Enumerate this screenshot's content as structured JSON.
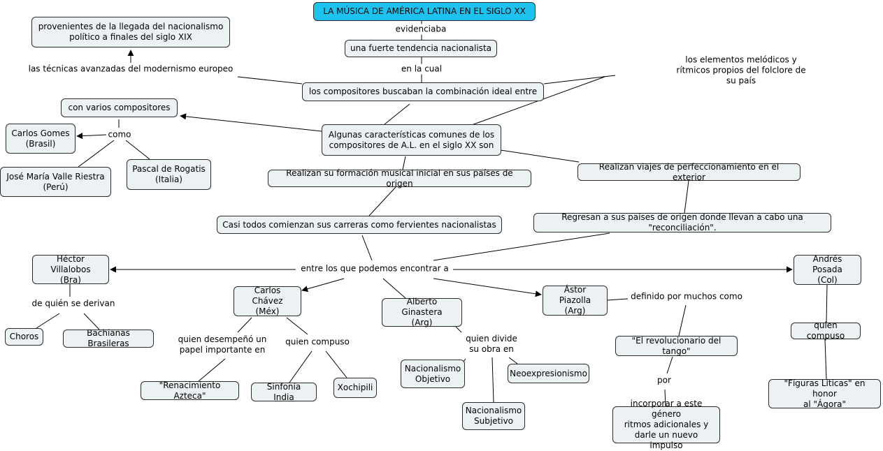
{
  "concept_map": {
    "title": "LA MÚSICA DE AMÉRICA LATINA EN EL SIGLO XX",
    "concepts": {
      "tendencia": "una fuerte tendencia nacionalista",
      "buscaban": "los compositores buscaban la combinación ideal entre",
      "provenientes": "provenientes de la llegada del nacionalismo\npolítico a finales del siglo XIX",
      "caracteristicas": "Algunas características comunes de los\ncompositores de A.L. en el siglo XX son",
      "varios": "con varios compositores",
      "gomes": "Carlos Gomes\n(Brasil)",
      "valle": "José María Valle Riestra\n(Perú)",
      "rogatis": "Pascal de Rogatis\n(Italia)",
      "formacion": "Realizan su formación musical inicial en sus países de origen",
      "viajes": "Realizan viajes de perfeccionamiento en el exterior",
      "fervientes": "Casi todos comienzan sus carreras como fervientes nacionalistas",
      "regresan": "Regresan a sus países de origen donde llevan a cabo una \"reconciliación\".",
      "villalobos": "Héctor Villalobos\n(Bra)",
      "chavez": "Carlos Chávez\n(Méx)",
      "ginastera": "Alberto Ginastera\n(Arg)",
      "piazzolla": "Ástor Piazolla\n(Arg)",
      "posada": "Andrés Posada\n(Col)",
      "choros": "Choros",
      "bachianas": "Bachianas Brasileras",
      "renacimiento": "\"Renacimiento Azteca\"",
      "sinfonia": "Sinfonía India",
      "xochipili": "Xochipili",
      "nac_objetivo": "Nacionalismo\nObjetivo",
      "nac_subjetivo": "Nacionalismo\nSubjetivo",
      "neoexpresionismo": "Neoexpresionismo",
      "revolucionario": "\"El revolucionario del tango\"",
      "incorporar": "incorporar a este género\nritmos adicionales y\ndarle un nuevo impulso",
      "quien_compuso_posada": "quien compuso",
      "figuras": "\"Fíguras Líticas\" en honor\nal \"Ágora\""
    },
    "phrases": {
      "evidenciaba": "evidenciaba",
      "en_la_cual": "en la cual",
      "tecnicas": "las técnicas avanzadas del modernismo europeo",
      "elementos": "los elementos melódicos y rítmicos propios del folclore de su país",
      "como": "como",
      "entre": "entre los que podemos encontrar a",
      "derivan": "de quién se derivan",
      "desempeno": "quien desempeñó un\npapel importante en",
      "compuso_chavez": "quien compuso",
      "divide": "quien divide\nsu obra en",
      "definido": "definido por muchos como",
      "por": "por"
    }
  },
  "colors": {
    "node_fill": "#ecf1f3",
    "title_fill": "#1ec2ee",
    "border": "#2b2b2b",
    "line": "#000000"
  }
}
